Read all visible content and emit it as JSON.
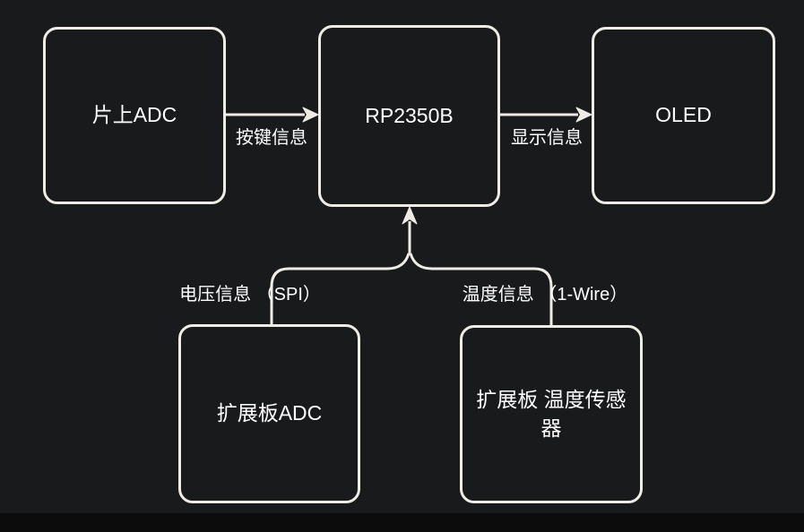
{
  "diagram": {
    "background_color": "#191a1c",
    "stroke_color": "#efece6",
    "text_color": "#ffffff",
    "bottom_bar_color": "#0c0c0d",
    "nodes": [
      {
        "id": "onchip-adc",
        "label": "片上ADC"
      },
      {
        "id": "rp2350b",
        "label": "RP2350B"
      },
      {
        "id": "oled",
        "label": "OLED"
      },
      {
        "id": "expansion-adc",
        "label": "扩展板ADC"
      },
      {
        "id": "expansion-temp-sensor",
        "label": "扩展板 温度传感器"
      }
    ],
    "edges": [
      {
        "from": "onchip-adc",
        "to": "rp2350b",
        "label": "按键信息"
      },
      {
        "from": "rp2350b",
        "to": "oled",
        "label": "显示信息"
      },
      {
        "from": "expansion-adc",
        "to": "rp2350b",
        "label": "电压信息 （SPI）"
      },
      {
        "from": "expansion-temp-sensor",
        "to": "rp2350b",
        "label": "温度信息 （1-Wire）"
      }
    ]
  }
}
